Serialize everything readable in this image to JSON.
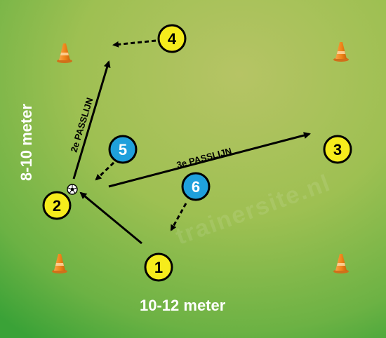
{
  "labels": {
    "width": "10-12 meter",
    "height": "8-10 meter",
    "pass_line_2": "2e PASSLIJN",
    "pass_line_3": "3e PASSLIJN",
    "watermark": "trainersite.nl"
  },
  "players": [
    {
      "number": "1",
      "color": "yellow"
    },
    {
      "number": "2",
      "color": "yellow"
    },
    {
      "number": "3",
      "color": "yellow"
    },
    {
      "number": "4",
      "color": "yellow"
    },
    {
      "number": "5",
      "color": "blue"
    },
    {
      "number": "6",
      "color": "blue"
    }
  ],
  "colors": {
    "field_light": "#b7c463",
    "field_mid": "#8dbb4e",
    "field_dark": "#3fa53a",
    "yellow_player": "#f6ec1c",
    "blue_player": "#1fa0dc",
    "cone": "#f08a1c",
    "line": "#000000"
  },
  "icons": [
    "cone-icon",
    "ball-icon",
    "arrow-icon"
  ]
}
